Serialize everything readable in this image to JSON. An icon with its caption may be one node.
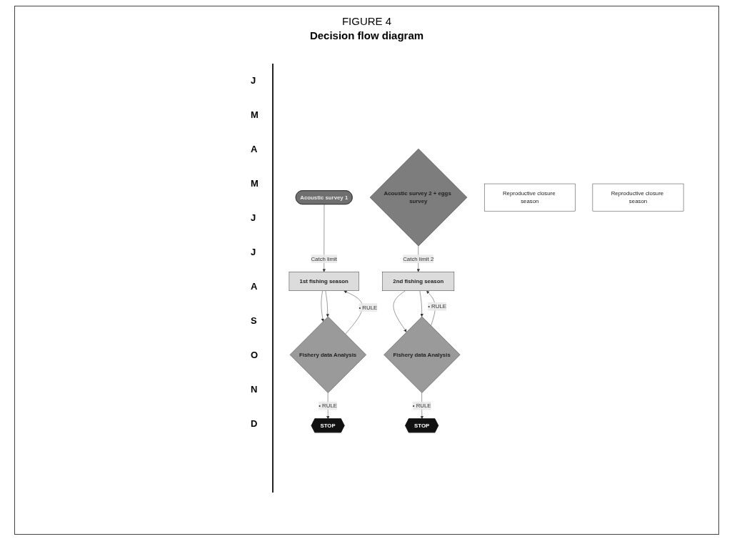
{
  "diagram": {
    "title": "FIGURE 4",
    "caption": "Decision flow diagram",
    "nodes": [
      {
        "text": [
          "Acoustic survey 1"
        ]
      },
      {
        "text": [
          "1st fishing season"
        ]
      },
      {
        "text": [
          "Fishery data Analysis"
        ]
      },
      {
        "text": [
          "STOP"
        ]
      },
      {
        "text": [
          "Acoustic survey 2 + eggs survey"
        ]
      },
      {
        "text": [
          "2nd fishing season"
        ]
      },
      {
        "text": [
          "Fishery data Analysis"
        ]
      },
      {
        "text": [
          "STOP"
        ]
      },
      {
        "text": [
          "Reproductive closure season"
        ]
      },
      {
        "text": [
          "Reproductive closure season"
        ]
      }
    ],
    "edges": [
      {
        "from": 0,
        "to": 1,
        "arrow": "to",
        "label": "Catch limit"
      },
      {
        "from": 1,
        "to": 2,
        "arrow": "to"
      },
      {
        "from": 1,
        "to": 2,
        "arrow": "to"
      },
      {
        "from": 2,
        "to": 1,
        "arrow": "to",
        "label": "• RULE"
      },
      {
        "from": 2,
        "to": 3,
        "arrow": "to",
        "label": "• RULE"
      },
      {
        "from": 4,
        "to": 5,
        "arrow": "to",
        "label": "Catch limit 2"
      },
      {
        "from": 5,
        "to": 6,
        "arrow": "to"
      },
      {
        "from": 5,
        "to": 6,
        "arrow": "to"
      },
      {
        "from": 6,
        "to": 5,
        "arrow": "to",
        "label": "• RULE"
      },
      {
        "from": 6,
        "to": 7,
        "arrow": "to",
        "label": "• RULE"
      }
    ],
    "labels": [
      "J",
      "M",
      "A",
      "M",
      "J",
      "J",
      "A",
      "S",
      "O",
      "N",
      "D"
    ]
  }
}
